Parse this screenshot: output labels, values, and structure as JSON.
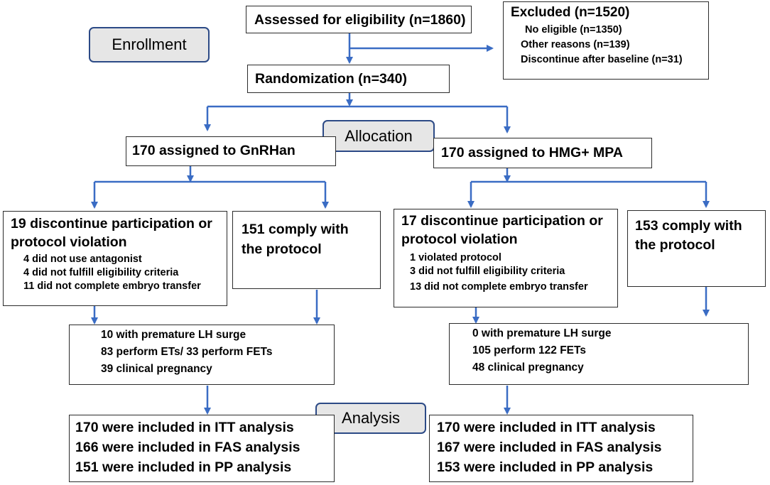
{
  "stages": {
    "enrollment": "Enrollment",
    "allocation": "Allocation",
    "analysis": "Analysis"
  },
  "assessed": "Assessed for eligibility (n=1860)",
  "excluded": {
    "title": "Excluded (n=1520)",
    "items": [
      "No eligible (n=1350)",
      "Other reasons (n=139)",
      "Discontinue after baseline (n=31)"
    ]
  },
  "randomization": "Randomization (n=340)",
  "left": {
    "assigned": "170 assigned to GnRHan",
    "discontinue": {
      "title": [
        "19 discontinue participation or",
        "protocol violation"
      ],
      "items": [
        "4 did not use antagonist",
        "4 did not fulfill eligibility criteria",
        "11 did not complete embryo transfer"
      ]
    },
    "comply": [
      "151 comply with",
      "the protocol"
    ],
    "outcomes": [
      "10 with premature LH surge",
      "83 perform ETs/ 33 perform FETs",
      "39   clinical pregnancy"
    ],
    "analysis": [
      "170 were included in ITT analysis",
      "166 were included in FAS analysis",
      "151 were included in PP analysis"
    ]
  },
  "right": {
    "assigned": "170 assigned to HMG+ MPA",
    "discontinue": {
      "title": [
        "17 discontinue participation or",
        "protocol violation"
      ],
      "items": [
        "1 violated protocol",
        "3 did not fulfill eligibility criteria",
        "13 did not complete embryo transfer"
      ]
    },
    "comply": [
      "153 comply with",
      "the protocol"
    ],
    "outcomes": [
      "0  with premature LH surge",
      "105 perform 122 FETs",
      "48 clinical pregnancy"
    ],
    "analysis": [
      "170 were included in ITT analysis",
      "167 were included in FAS analysis",
      "153 were included in PP analysis"
    ]
  },
  "colors": {
    "arrow": "#3a6cc4",
    "stage_border": "#2c4a86",
    "stage_fill": "#e6e6e6"
  }
}
